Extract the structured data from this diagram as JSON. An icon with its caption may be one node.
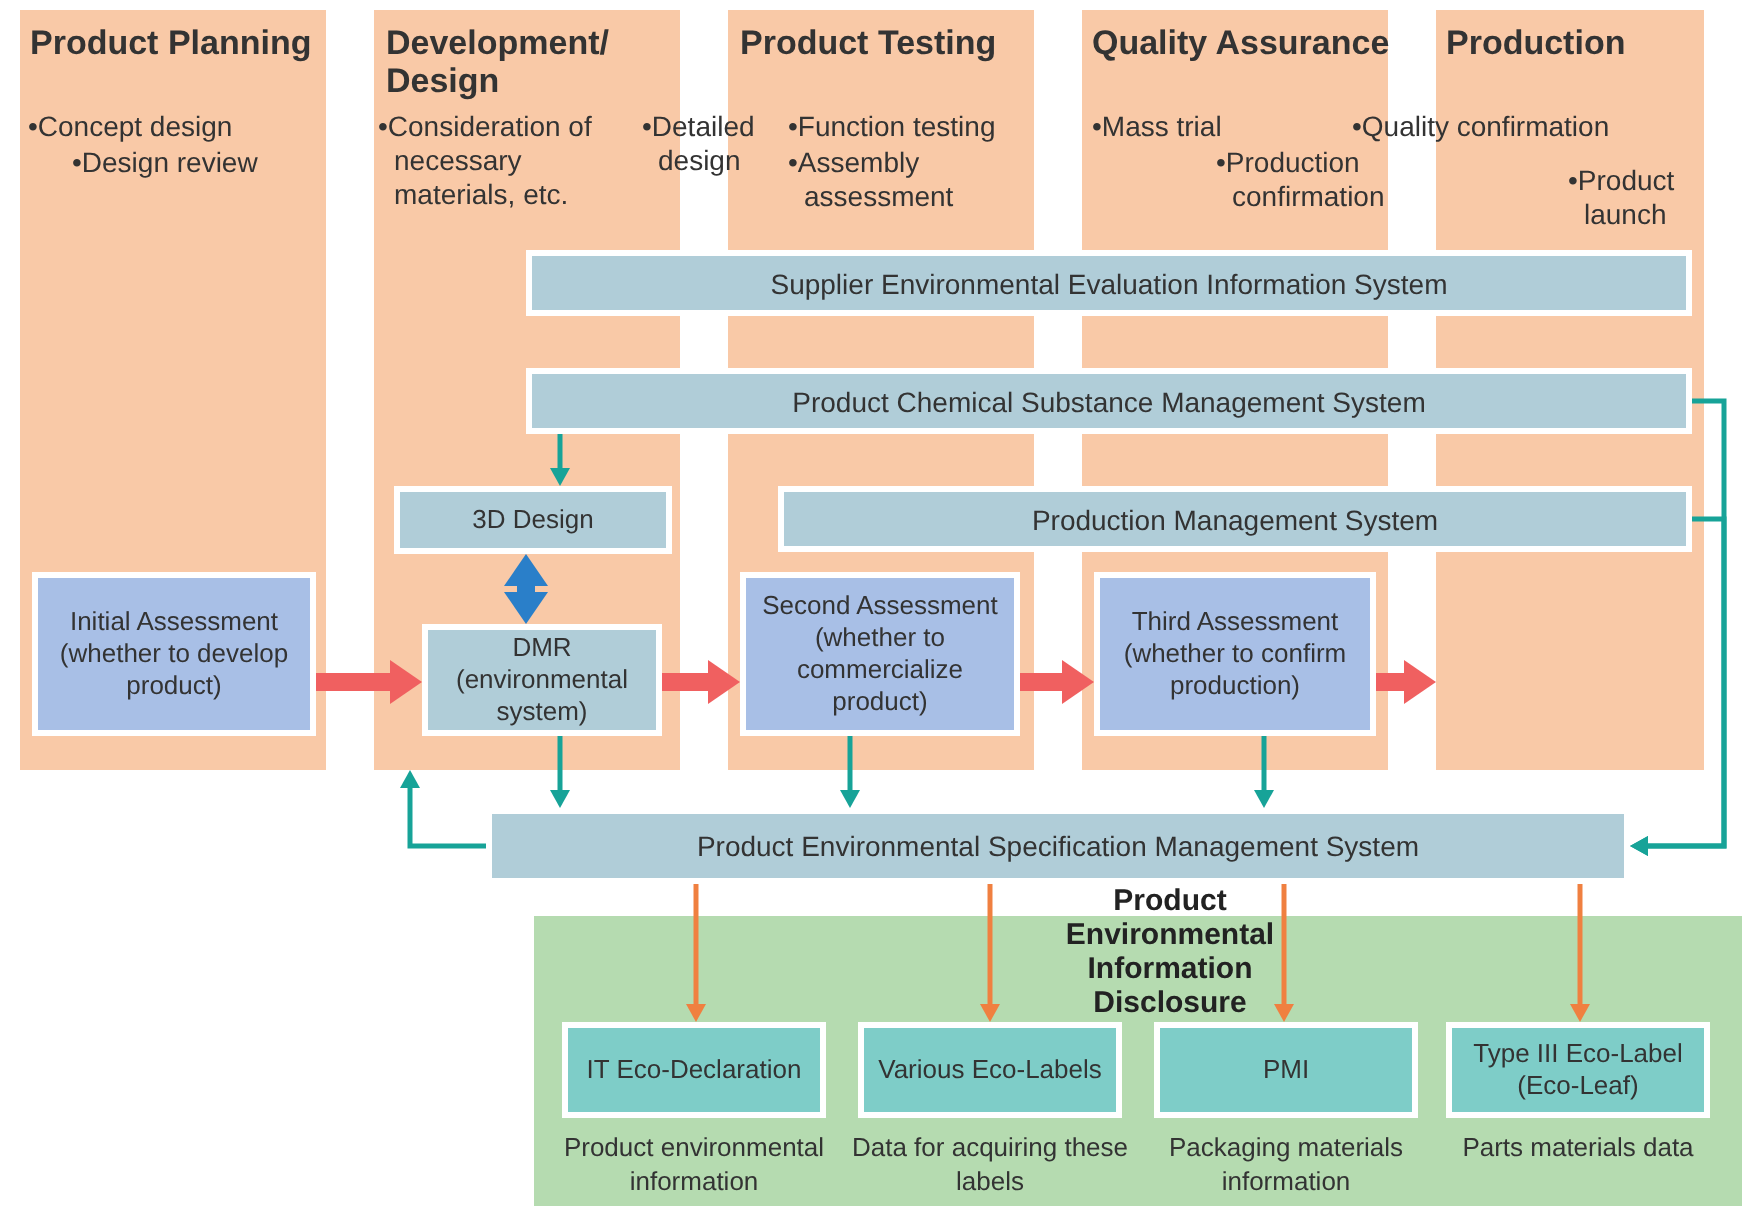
{
  "diagram": {
    "nodes": [
      {
        "text": [
          "Product Planning",
          "•Concept design",
          "•Design review"
        ]
      },
      {
        "text": [
          "Development/ Design",
          "•Consideration of necessary materials, etc.",
          "•Detailed design"
        ]
      },
      {
        "text": [
          "Product Testing",
          "•Function testing",
          "•Assembly assessment"
        ]
      },
      {
        "text": [
          "Quality Assurance",
          "•Mass trial",
          "•Production confirmation"
        ]
      },
      {
        "text": [
          "Production",
          "•Quality confirmation",
          "•Product launch"
        ]
      },
      {
        "text": [
          "Supplier Environmental Evaluation Information System"
        ]
      },
      {
        "text": [
          "Product Chemical Substance Management System"
        ]
      },
      {
        "text": [
          "3D Design"
        ],
        "in": 1
      },
      {
        "text": [
          "Production Management System"
        ]
      },
      {
        "text": [
          "Initial Assessment (whether to develop product)"
        ],
        "in": 0
      },
      {
        "text": [
          "DMR (environmental system)"
        ],
        "in": 1
      },
      {
        "text": [
          "Second Assessment (whether to commercialize product)"
        ],
        "in": 2
      },
      {
        "text": [
          "Third Assessment (whether to confirm production)"
        ],
        "in": 3
      },
      {
        "text": [
          "Product Environmental Specification Management System"
        ]
      },
      {
        "text": [
          "Product Environmental Information Disclosure"
        ]
      },
      {
        "text": [
          "IT Eco-Declaration"
        ],
        "in": 14,
        "beside": [
          "Product environmental information"
        ]
      },
      {
        "text": [
          "Various Eco-Labels"
        ],
        "in": 14,
        "beside": [
          "Data for acquiring these labels"
        ]
      },
      {
        "text": [
          "PMI"
        ],
        "in": 14,
        "beside": [
          "Packaging materials information"
        ]
      },
      {
        "text": [
          "Type III Eco-Label (Eco-Leaf)"
        ],
        "in": 14,
        "beside": [
          "Parts materials data"
        ]
      }
    ],
    "edges": [
      {
        "from": 9,
        "to": 10,
        "arrow": "to",
        "style": "thick",
        "color": "#f06060"
      },
      {
        "from": 10,
        "to": 11,
        "arrow": "to",
        "style": "thick",
        "color": "#f06060"
      },
      {
        "from": 11,
        "to": 12,
        "arrow": "to",
        "style": "thick",
        "color": "#f06060"
      },
      {
        "from": 12,
        "to": 4,
        "arrow": "to",
        "style": "thick",
        "color": "#f06060"
      },
      {
        "from": 6,
        "to": 7,
        "arrow": "to"
      },
      {
        "from": 7,
        "to": 10,
        "arrow": "both",
        "style": "thick",
        "color": "#2a7fc9"
      },
      {
        "from": 10,
        "to": 13,
        "arrow": "to"
      },
      {
        "from": 11,
        "to": 13,
        "arrow": "to"
      },
      {
        "from": 12,
        "to": 13,
        "arrow": "to"
      },
      {
        "from": 13,
        "to": 1,
        "arrow": "to"
      },
      {
        "from": 6,
        "to": 13,
        "arrow": "to"
      },
      {
        "from": 8,
        "to": 13,
        "arrow": "to"
      },
      {
        "from": 13,
        "to": 15,
        "arrow": "to",
        "color": "#f08040"
      },
      {
        "from": 13,
        "to": 16,
        "arrow": "to",
        "color": "#f08040"
      },
      {
        "from": 13,
        "to": 17,
        "arrow": "to",
        "color": "#f08040"
      },
      {
        "from": 13,
        "to": 18,
        "arrow": "to",
        "color": "#f08040"
      }
    ]
  }
}
